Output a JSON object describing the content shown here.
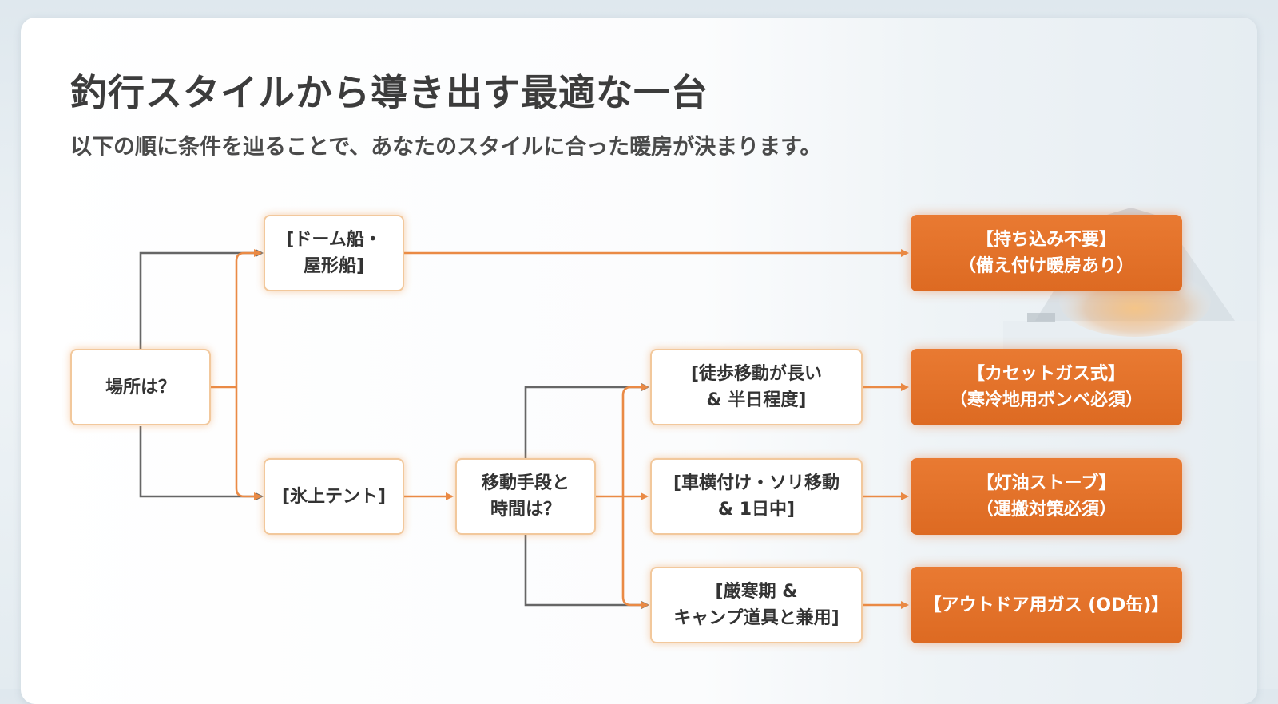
{
  "title": "釣行スタイルから導き出す最適な一台",
  "subtitle": "以下の順に条件を辿ることで、あなたのスタイルに合った暖房が決まります。",
  "nodes": {
    "location": "場所は？",
    "dome_boat": "[ドーム船・\n屋形船]",
    "ice_tent": "[氷上テント]",
    "transport_time": "移動手段と\n時間は？",
    "long_walk": "[徒歩移動が長い\n& 半日程度]",
    "car_sled": "[車横付け・ソリ移動\n& 1日中]",
    "severe_cold": "[厳寒期 &\nキャンプ道具と兼用]"
  },
  "results": {
    "no_bring": "【持ち込み不要】\n（備え付け暖房あり）",
    "cassette_gas": "【カセットガス式】\n（寒冷地用ボンベ必須）",
    "kerosene": "【灯油ストーブ】\n（運搬対策必須）",
    "outdoor_gas": "【アウトドア用ガス (OD缶)】"
  },
  "colors": {
    "accent": "#e9772f",
    "line_gray": "#666666",
    "line_orange": "#ea8a45"
  }
}
